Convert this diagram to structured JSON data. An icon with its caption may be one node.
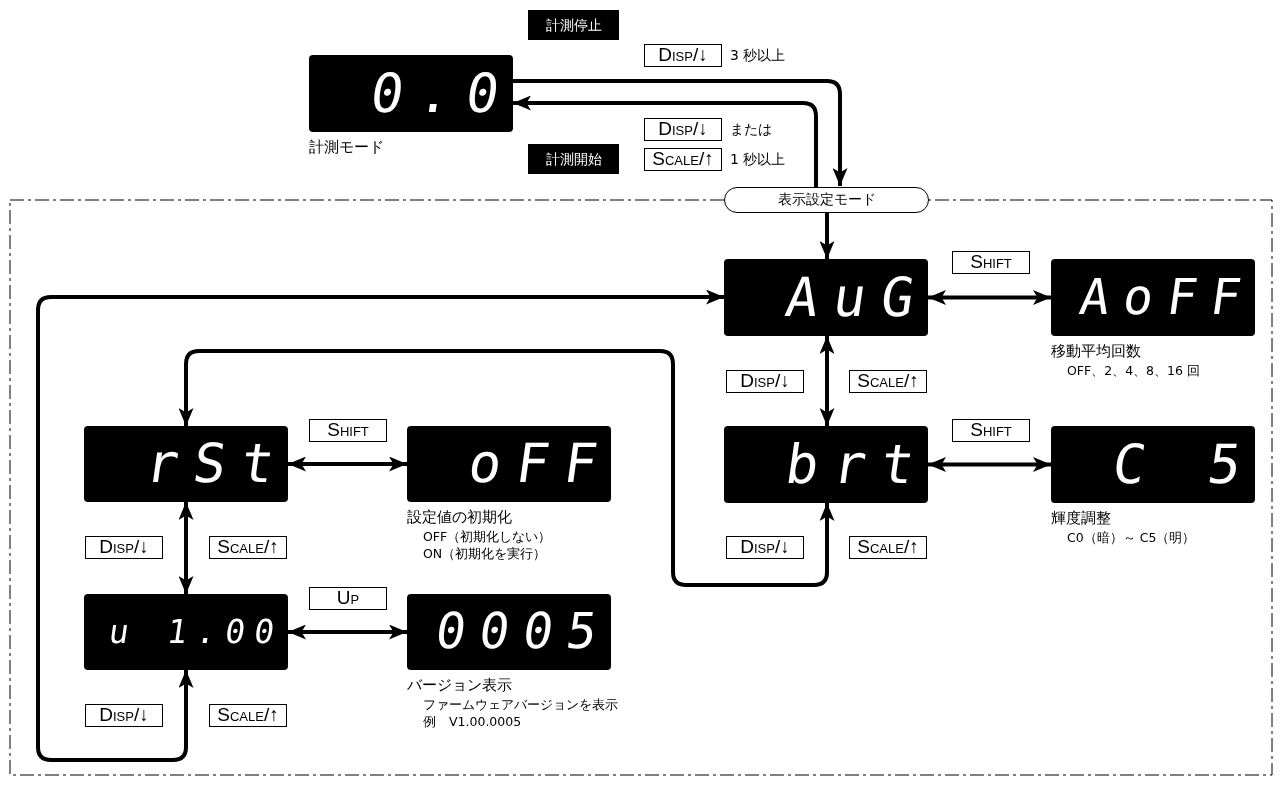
{
  "diagram": {
    "nodes": [
      {
        "text": [
          "0.0"
        ],
        "beside": [
          "計測モード"
        ]
      },
      {
        "text": [
          "表示設定モード"
        ]
      },
      {
        "text": [
          "AuG"
        ]
      },
      {
        "text": [
          "AoFF"
        ],
        "beside": [
          "移動平均回数",
          "OFF、2、4、8、16 回"
        ]
      },
      {
        "text": [
          "brt"
        ]
      },
      {
        "text": [
          "C 5"
        ],
        "beside": [
          "輝度調整",
          "C0（暗）～ C5（明）"
        ]
      },
      {
        "text": [
          "rSt"
        ]
      },
      {
        "text": [
          "oFF"
        ],
        "beside": [
          "設定値の初期化",
          "OFF（初期化しない）",
          "ON（初期化を実行）"
        ]
      },
      {
        "text": [
          "u 1.00"
        ]
      },
      {
        "text": [
          "0005"
        ],
        "beside": [
          "バージョン表示",
          "ファームウェアバージョンを表示",
          "例　V1.00.0005"
        ]
      }
    ],
    "edges": [
      {
        "from": 0,
        "to": 1,
        "arrow": "to"
      },
      {
        "from": 1,
        "to": 0,
        "arrow": "to"
      },
      {
        "from": 1,
        "to": 2,
        "arrow": "to"
      },
      {
        "from": 2,
        "to": 3,
        "arrow": "both"
      },
      {
        "from": 2,
        "to": 4,
        "arrow": "both"
      },
      {
        "from": 4,
        "to": 5,
        "arrow": "both"
      },
      {
        "from": 4,
        "to": 6,
        "arrow": "both"
      },
      {
        "from": 6,
        "to": 7,
        "arrow": "both"
      },
      {
        "from": 6,
        "to": 8,
        "arrow": "both"
      },
      {
        "from": 8,
        "to": 9,
        "arrow": "both"
      },
      {
        "from": 8,
        "to": 2,
        "arrow": "both"
      }
    ],
    "labels": [
      "計測停止",
      "Disp/↓",
      "3 秒以上",
      "Disp/↓",
      "または",
      "計測開始",
      "Scale/↑",
      "1 秒以上",
      "Shift",
      "Disp/↓",
      "Scale/↑",
      "Shift",
      "Shift",
      "Disp/↓",
      "Scale/↑",
      "Disp/↓",
      "Scale/↑",
      "Up",
      "Disp/↓",
      "Scale/↑"
    ]
  }
}
